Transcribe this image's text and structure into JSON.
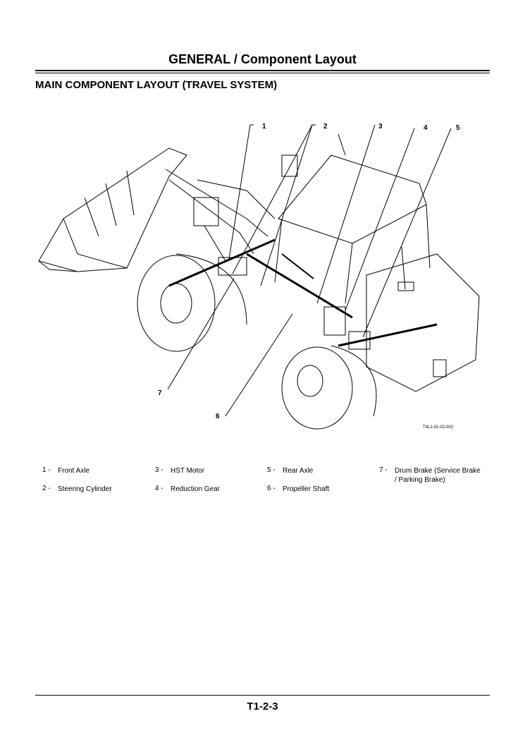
{
  "header": {
    "title": "GENERAL / Component Layout"
  },
  "section": {
    "title": "MAIN COMPONENT LAYOUT (TRAVEL SYSTEM)"
  },
  "figure": {
    "callouts": [
      "1",
      "2",
      "3",
      "4",
      "5",
      "6",
      "7"
    ],
    "code": "T4L1-01-02-002"
  },
  "legend": [
    {
      "num": "1 -",
      "label": "Front Axle"
    },
    {
      "num": "2 -",
      "label": "Steering Cylinder"
    },
    {
      "num": "3 -",
      "label": "HST Motor"
    },
    {
      "num": "4 -",
      "label": "Reduction Gear"
    },
    {
      "num": "5 -",
      "label": "Rear Axle"
    },
    {
      "num": "6 -",
      "label": "Propeller Shaft"
    },
    {
      "num": "7 -",
      "label": "Drum Brake (Service Brake / Parking Brake)"
    }
  ],
  "footer": {
    "page_number": "T1-2-3"
  }
}
